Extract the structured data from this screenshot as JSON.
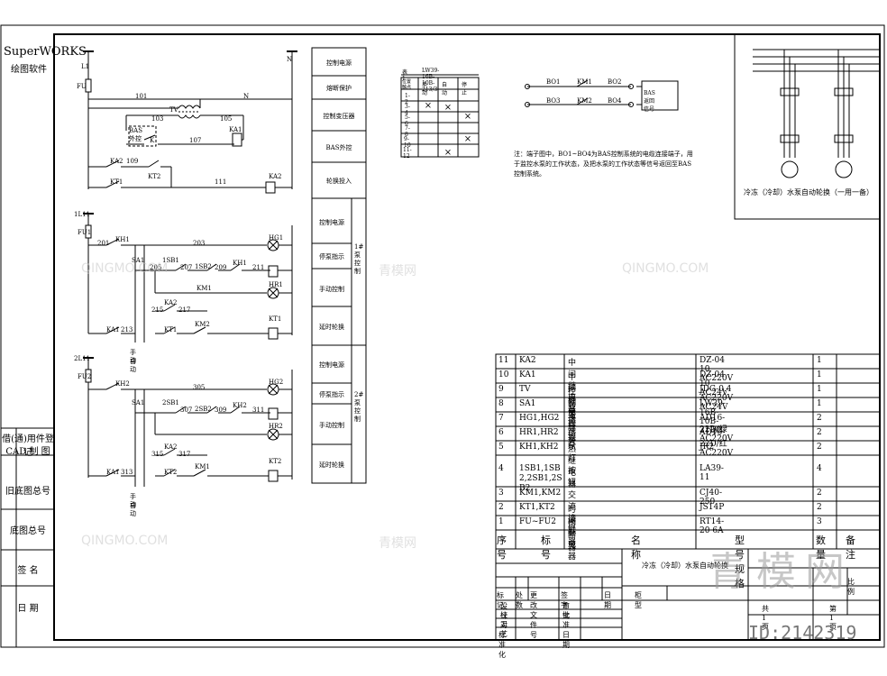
{
  "brand": {
    "name": "SuperWORKS",
    "subtitle": "绘图软件"
  },
  "side_labels": [
    "借(通)用件登记",
    "CAD 制 图",
    "旧底图总号",
    "底图总号",
    "签 名",
    "日 期"
  ],
  "lines": {
    "L1": "L1",
    "N": "N",
    "FU": "FU",
    "w101": "101",
    "wN": "N",
    "w103": "103",
    "w105": "105",
    "w107": "107",
    "TV": "TV",
    "bas": "BAS外控",
    "K": "K",
    "KA1": "KA1",
    "KA2": "KA2",
    "w109": "109",
    "KT2": "KT2",
    "KT1": "KT1",
    "w111": "111",
    "KA2b": "KA2"
  },
  "c1": {
    "L11": "1L11",
    "FU1": "FU1",
    "w201": "201",
    "KH1": "KH1",
    "w203": "203",
    "HG1": "HG1",
    "SA1": "SA1",
    "w205": "205",
    "SB1": "1SB1",
    "w207": "207",
    "SB2": "1SB2",
    "w209": "209",
    "w211": "211",
    "KM1": "KM1",
    "HR1": "HR1",
    "KA2": "KA2",
    "w215": "215",
    "w217": "217",
    "KM2": "KM2",
    "KA1": "KA1",
    "w213": "213",
    "KT1": "KT1",
    "KT1c": "KT1",
    "manual": "手  自",
    "auto": "动  动"
  },
  "c2": {
    "L11": "2L11",
    "FU2": "FU2",
    "KH2": "KH2",
    "w305": "305",
    "HG2": "HG2",
    "SA1": "SA1",
    "SB1": "2SB1",
    "w307": "307",
    "SB2": "2SB2",
    "w309": "309",
    "KH2b": "KH2",
    "w311": "311",
    "HR2": "HR2",
    "KA2": "KA2",
    "w315": "315",
    "w317": "317",
    "KT2": "KT2",
    "KM1": "KM1",
    "KA1": "KA1",
    "w313": "313",
    "KT2c": "KT2",
    "manual": "手  自",
    "auto": "动  动"
  },
  "func_boxes": [
    "控制电源",
    "熔断保护",
    "控制变压器",
    "BAS外控",
    "轮换投入",
    "控制电源",
    "停泵指示",
    "手动控制",
    "延时轮换",
    "控制电源",
    "停泵指示",
    "手动控制",
    "延时轮换"
  ],
  "func_groups": [
    "1#泵控制",
    "2#泵控制"
  ],
  "switch_table": {
    "title": "LW39-16B-10B-213/3",
    "label": "表1",
    "headers": [
      "位置\n触点",
      "手动",
      "自动",
      "停止"
    ],
    "rows": [
      [
        "1-2",
        "",
        "×",
        ""
      ],
      [
        "3-4",
        "×",
        "",
        ""
      ],
      [
        "5-6",
        "",
        "",
        "×"
      ],
      [
        "7-8",
        "",
        "",
        ""
      ],
      [
        "9-10",
        "",
        "",
        "×"
      ],
      [
        "11-12",
        "",
        "×",
        ""
      ]
    ]
  },
  "bas": {
    "BO1": "BO1",
    "KM1": "KM1",
    "BO2": "BO2",
    "BO3": "BO3",
    "KM2": "KM2",
    "BO4": "BO4",
    "box": "BAS返回信号",
    "note": "注：端子图中，BO1~BO4为BAS控制系统的电缆连接端子，用于监控水泵的工作状态，及把水泵的工作状态等信号返回至BAS控制系统。"
  },
  "motor_title": "冷冻（冷却）水泵自动轮换（一用一备）",
  "parts": {
    "headers": [
      "序号",
      "标  号",
      "名  称",
      "型号规格",
      "数量",
      "备注"
    ],
    "rows": [
      [
        "11",
        "KA2",
        "中间继电器",
        "DZ-04 10 AC220V",
        "1",
        ""
      ],
      [
        "10",
        "KA1",
        "中间继电器",
        "DZ-04 10 AC24V",
        "1",
        ""
      ],
      [
        "9",
        "TV",
        "控制变压器",
        "JDG-0.4 AC220V AC24V",
        "1",
        ""
      ],
      [
        "8",
        "SA1",
        "转换开关",
        "LW39-16B-10B-213/3",
        "1",
        ""
      ],
      [
        "7",
        "HG1,HG2",
        "指示灯",
        "AD16-22D/绿 AC220V",
        "2",
        ""
      ],
      [
        "6",
        "HR1,HR2",
        "指示灯",
        "AD16-22D/红 AC220V",
        "2",
        ""
      ],
      [
        "5",
        "KH1,KH2",
        "热继电器",
        "JR2",
        "2",
        ""
      ],
      [
        "4",
        "1SB1,1SB2,2SB1,2SB2",
        "按钮",
        "LA39-11",
        "4",
        ""
      ],
      [
        "3",
        "KM1,KM2",
        "交流接触器",
        "CJ40-250",
        "2",
        ""
      ],
      [
        "2",
        "KT1,KT2",
        "时间继电器",
        "JS14P",
        "2",
        ""
      ],
      [
        "1",
        "FU~FU2",
        "熔断器",
        "RT14-20 6A",
        "3",
        ""
      ]
    ]
  },
  "title_block": {
    "name": "冷冻（冷却）水泵自动轮换",
    "revision_headers": [
      "标记",
      "处数",
      "更改文件号",
      "签 字",
      "日期"
    ],
    "left_rows": [
      "设 计",
      "校 对",
      "工 艺",
      "标准化"
    ],
    "right_rows": [
      "审 定",
      "批 准",
      "日 期"
    ],
    "model": "柜型",
    "scale": "比 例",
    "total": "共 1 页",
    "page": "第 1 页"
  },
  "watermark": {
    "text": "QINGMO.COM",
    "brand": "青模网",
    "big": "青模网",
    "id": "ID:2142319"
  }
}
